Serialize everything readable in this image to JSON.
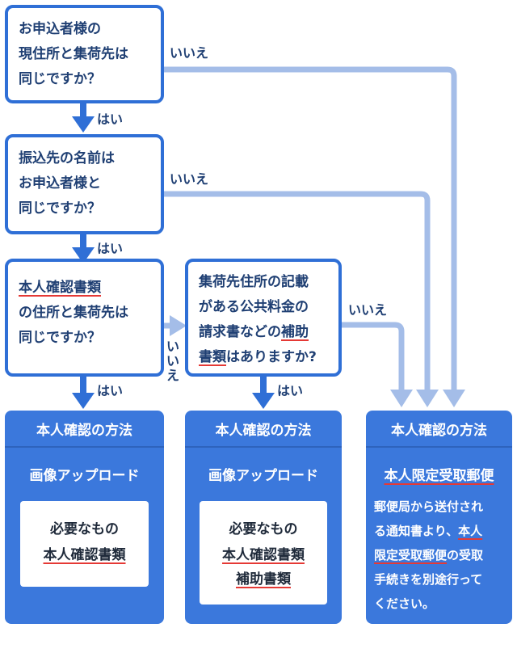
{
  "questions": {
    "q1": {
      "lines": [
        "お申込者様の",
        "現住所と集荷先は",
        "同じですか？"
      ]
    },
    "q2": {
      "lines": [
        "振込先の名前は",
        "お申込者様と",
        "同じですか？"
      ]
    },
    "q3": {
      "line1": "本人確認書類",
      "line2": "の住所と集荷先は",
      "line3": "同じですか？"
    },
    "q4": {
      "line1": "集荷先住所の記載",
      "line2": "がある公共料金の",
      "line3_pre": "請求書などの",
      "line3_ul": "補助",
      "line4_ul": "書類",
      "line4_post": "はありますか?"
    }
  },
  "labels": {
    "yes": "はい",
    "no": "いいえ",
    "no_vertical": [
      "い",
      "い",
      "え"
    ]
  },
  "results": {
    "r1": {
      "title": "本人確認の方法",
      "method": "画像アップロード",
      "need_label": "必要なもの",
      "items": [
        "本人確認書類"
      ]
    },
    "r2": {
      "title": "本人確認の方法",
      "method": "画像アップロード",
      "need_label": "必要なもの",
      "items": [
        "本人確認書類",
        "補助書類"
      ]
    },
    "r3": {
      "title": "本人確認の方法",
      "method": "本人限定受取郵便",
      "p_line1": "郵便局から送付され",
      "p_line2_pre": "る通知書より、",
      "p_line2_ul": "本人",
      "p_line3_ul": "限定受取郵便",
      "p_line3_post": "の受取",
      "p_line4": "手続きを別途行って",
      "p_line5": "ください。"
    }
  },
  "colors": {
    "box_border": "#2f6fd6",
    "dark_arrow": "#2f6fd6",
    "light_arrow": "#a4bde8",
    "result_bg": "#3b78dc",
    "underline": "#e53935",
    "text": "#1f3f73"
  }
}
